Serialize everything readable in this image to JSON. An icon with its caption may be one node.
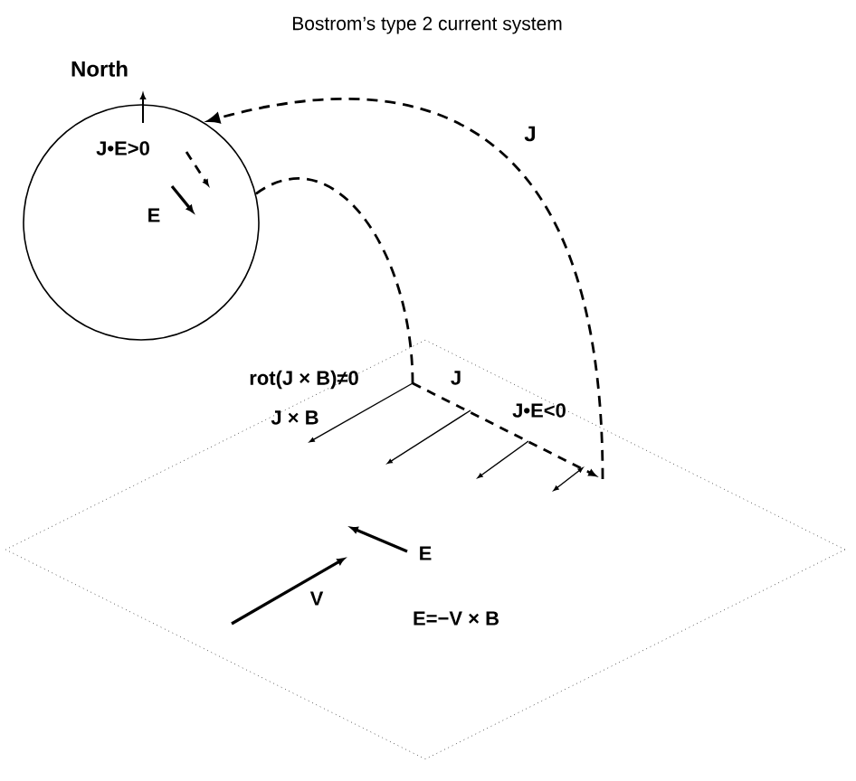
{
  "diagram": {
    "title": "Bostrom’s type 2 current system",
    "nodes": [
      {
        "text": [
          "J•E>0",
          "E"
        ]
      },
      {
        "text": [
          "rot(J × B)≠0",
          "J × B",
          "J",
          "J•E<0",
          "E",
          "V",
          "E=−V × B"
        ]
      }
    ],
    "edges": [
      {
        "from": 1,
        "to": 0,
        "arrow": "to",
        "style": "dashed",
        "label": "J"
      },
      {
        "from": 0,
        "to": 1,
        "arrow": "none",
        "style": "dashed"
      }
    ],
    "labels": [
      "North"
    ]
  }
}
